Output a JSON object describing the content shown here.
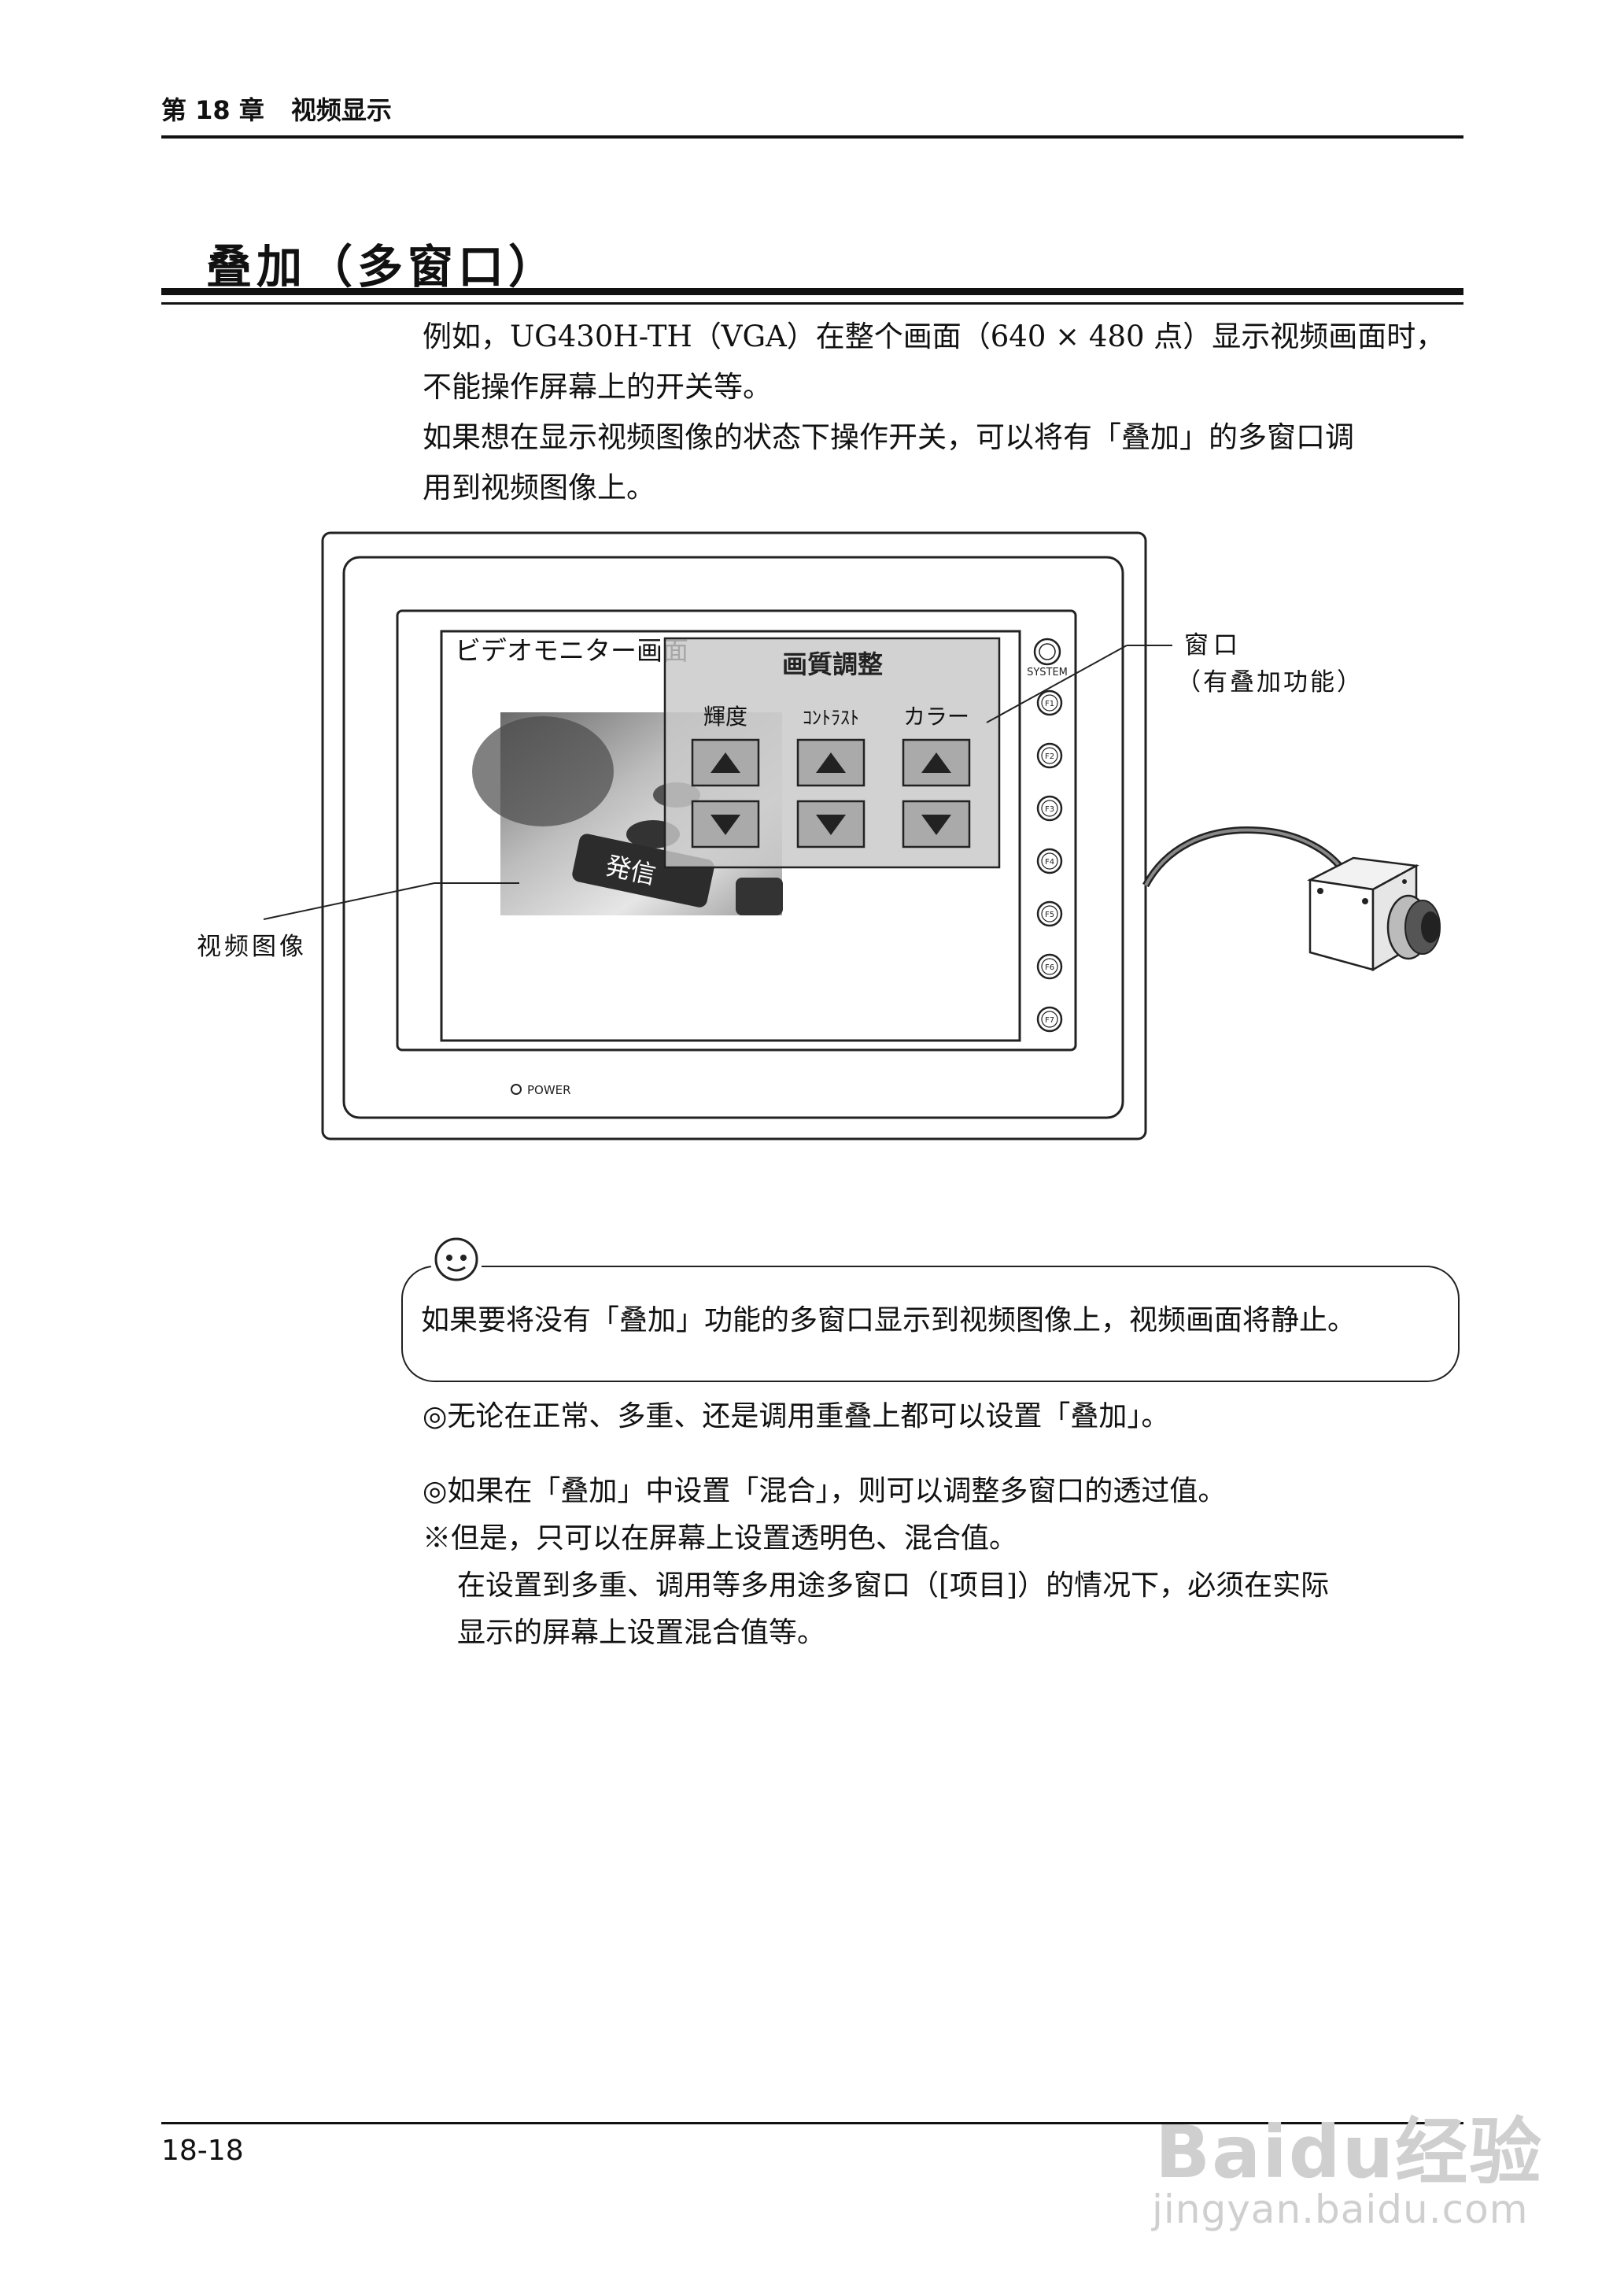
{
  "header": {
    "chapter": "第 18 章",
    "chapter_title": "视频显示"
  },
  "section": {
    "title": "叠加（多窗口）",
    "para1": [
      "例如，UG430H-TH（VGA）在整个画面（640 × 480 点）显示视频画面时，",
      "不能操作屏幕上的开关等。"
    ],
    "para2": [
      "如果想在显示视频图像的状态下操作开关，可以将有「叠加」的多窗口调",
      "用到视频图像上。"
    ]
  },
  "figure": {
    "screen_title": "ビデオモニター画面",
    "window_title": "画質調整",
    "col_labels": [
      "輝度",
      "ｺﾝﾄﾗｽﾄ",
      "カラー"
    ],
    "video_button_text": "発信",
    "system_label": "SYSTEM",
    "function_keys": [
      "F1",
      "F2",
      "F3",
      "F4",
      "F5",
      "F6",
      "F7"
    ],
    "power_label": "POWER",
    "callout_window": "窗口",
    "callout_window_sub": "（有叠加功能）",
    "callout_video": "视频图像"
  },
  "note": {
    "icon": "smiley-icon",
    "text": "如果要将没有「叠加」功能的多窗口显示到视频图像上，视频画面将静止。"
  },
  "bullets": {
    "b1": "◎无论在正常、多重、还是调用重叠上都可以设置「叠加」。",
    "b2": "◎如果在「叠加」中设置「混合」，则可以调整多窗口的透过值。",
    "b3": "※但是，只可以在屏幕上设置透明色、混合值。",
    "b4": "在设置到多重、调用等多用途多窗口（[项目]）的情况下，必须在实际",
    "b5": "显示的屏幕上设置混合值等。"
  },
  "footer": {
    "page": "18-18",
    "watermark": "Baidu经验",
    "watermark_url": "jingyan.baidu.com"
  }
}
